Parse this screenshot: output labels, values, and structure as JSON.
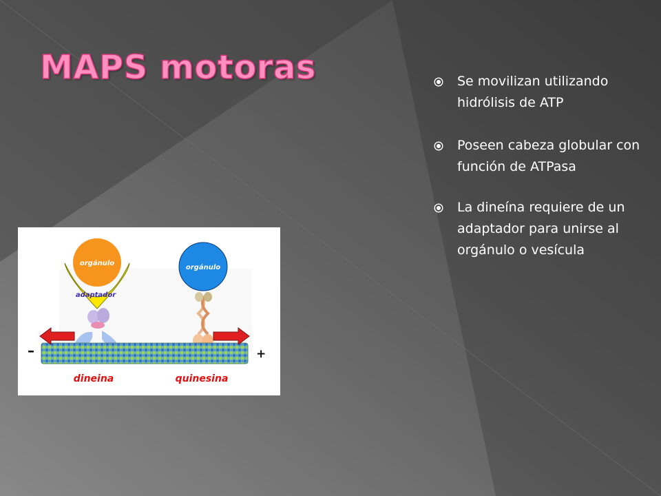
{
  "slide": {
    "title": "MAPS motoras",
    "bullets": [
      "Se movilizan utilizando hidrólisis de ATP",
      "Poseen  cabeza globular con función de ATPasa",
      "La dineína requiere de un adaptador para unirse al orgánulo o vesícula"
    ],
    "colors": {
      "title_fill": "#ff8fbf",
      "title_outline": "#d1357a",
      "text": "#ffffff",
      "background": "#5a5a5a"
    }
  },
  "diagram": {
    "left_organelle_label": "orgánulo",
    "right_organelle_label": "orgánulo",
    "adaptor_label": "adaptador",
    "minus_label": "–",
    "plus_label": "+",
    "dynein_label": "dineina",
    "kinesin_label": "quinesina",
    "colors": {
      "left_organelle": "#f7941d",
      "right_organelle": "#1e88e5",
      "adaptor": "#ffe800",
      "arrow": "#e02020",
      "label_red": "#e01010"
    }
  }
}
